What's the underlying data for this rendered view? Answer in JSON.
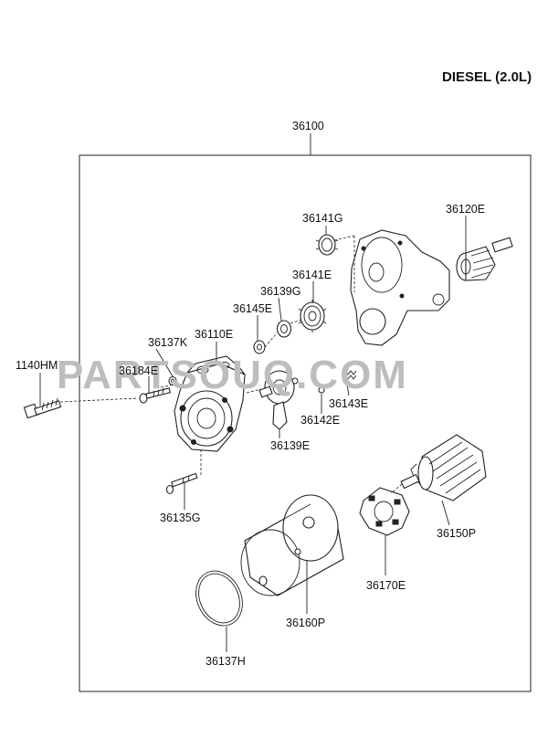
{
  "title": "DIESEL (2.0L)",
  "watermark": "PARTSOUQ.COM",
  "assembly_label": "36100",
  "part_labels": {
    "p1140HM": "1140HM",
    "p36137K": "36137K",
    "p36184E": "36184E",
    "p36110E": "36110E",
    "p36145E": "36145E",
    "p36139G": "36139G",
    "p36141G": "36141G",
    "p36141E": "36141E",
    "p36120E": "36120E",
    "p36143E": "36143E",
    "p36142E": "36142E",
    "p36139E": "36139E",
    "p36135G": "36135G",
    "p36150P": "36150P",
    "p36170E": "36170E",
    "p36160P": "36160P",
    "p36137H": "36137H"
  }
}
